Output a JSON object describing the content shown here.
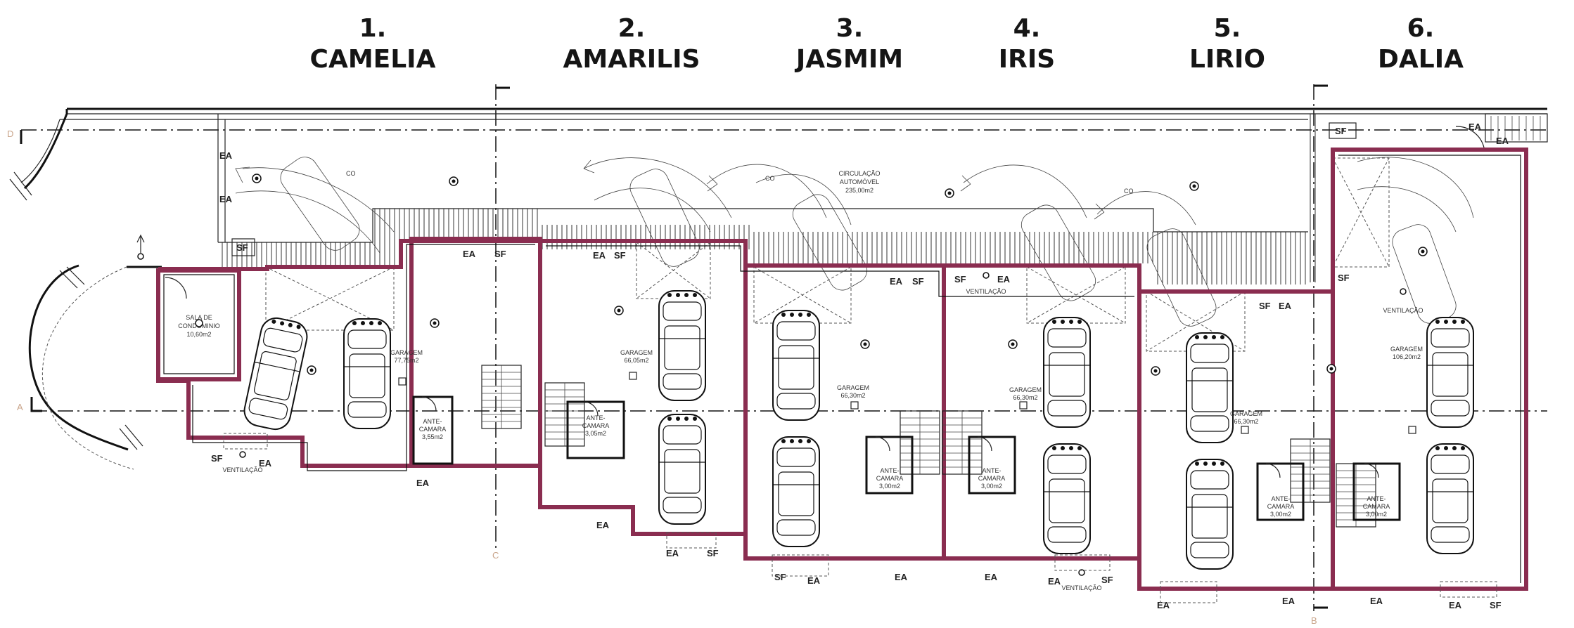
{
  "units": [
    {
      "number": "1.",
      "name": "CAMELIA"
    },
    {
      "number": "2.",
      "name": "AMARILIS"
    },
    {
      "number": "3.",
      "name": "JASMIM"
    },
    {
      "number": "4.",
      "name": "IRIS"
    },
    {
      "number": "5.",
      "name": "LIRIO"
    },
    {
      "number": "6.",
      "name": "DALIA"
    }
  ],
  "circulation": {
    "line1": "CIRCULAÇÃO",
    "line2": "AUTOMÓVEL",
    "area": "235,00m2"
  },
  "condo_room": {
    "line1": "SALA DE",
    "line2": "CONDOMINIO",
    "area": "10,60m2"
  },
  "garages": [
    {
      "label": "GARAGEM",
      "area": "77,75m2"
    },
    {
      "label": "GARAGEM",
      "area": "66,05m2"
    },
    {
      "label": "GARAGEM",
      "area": "66,30m2"
    },
    {
      "label": "GARAGEM",
      "area": "66,30m2"
    },
    {
      "label": "GARAGEM",
      "area": "66,30m2"
    },
    {
      "label": "GARAGEM",
      "area": "106,20m2"
    }
  ],
  "antechambers": [
    {
      "line1": "ANTE-",
      "line2": "CAMARA",
      "area": "3,55m2"
    },
    {
      "line1": "ANTE-",
      "line2": "CAMARA",
      "area": "3,05m2"
    },
    {
      "line1": "ANTE-",
      "line2": "CAMARA",
      "area": "3,00m2"
    },
    {
      "line1": "ANTE-",
      "line2": "CAMARA",
      "area": "3,00m2"
    },
    {
      "line1": "ANTE-",
      "line2": "CAMARA",
      "area": "3,00m2"
    },
    {
      "line1": "ANTE-",
      "line2": "CAMARA",
      "area": "3,00m2"
    }
  ],
  "symbols": {
    "exhaust": "EA",
    "supply": "SF",
    "ventilation": "VENTILAÇÃO",
    "co": "CO"
  },
  "axes": {
    "d": "D",
    "a": "A",
    "c": "C",
    "b": "B"
  },
  "colors": {
    "boundary": "#8a2d50",
    "lines": "#111111",
    "axis_letters": "#c9a48a"
  }
}
